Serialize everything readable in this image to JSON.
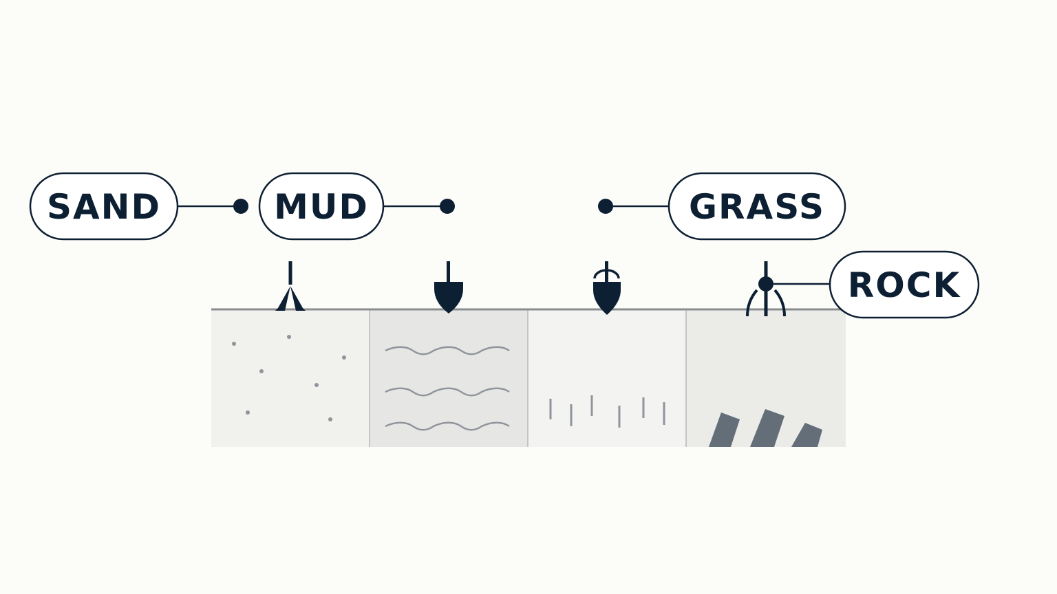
{
  "labels": {
    "sand": "SAND",
    "mud": "MUD",
    "grass": "GRASS",
    "rock": "ROCK"
  },
  "icons": {
    "sand": "sand-anchor-icon",
    "mud": "mud-anchor-icon",
    "grass": "grass-anchor-icon",
    "rock": "rock-anchor-icon"
  },
  "colors": {
    "background": "#fcfcf8",
    "ink": "#0d1f33",
    "pill_fill": "#ffffff",
    "seabed_line": "#8a8d90",
    "panel_sand": "#f1f1ee",
    "panel_mud": "#e6e7e4",
    "panel_grass": "#f3f3f1",
    "panel_rock": "#ebebe8",
    "texture": "#8f959b",
    "rock_fill": "#646e79"
  }
}
